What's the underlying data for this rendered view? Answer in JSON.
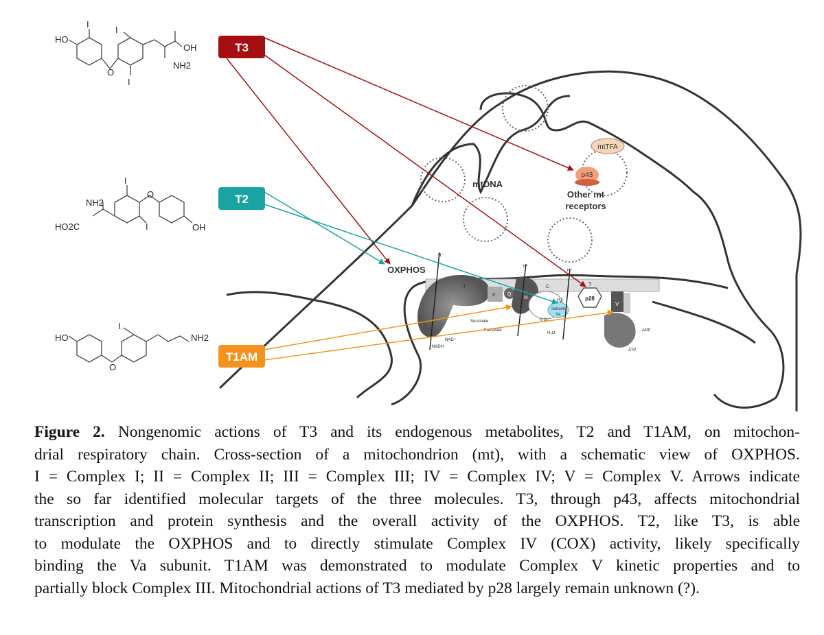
{
  "figure": {
    "molecules": {
      "t3": {
        "label": "T3",
        "groups": [
          "HO",
          "I",
          "I",
          "I",
          "O",
          "OH",
          "NH2"
        ],
        "color": "#a50f12"
      },
      "t2": {
        "label": "T2",
        "groups": [
          "NH2",
          "HO2C",
          "I",
          "I",
          "O",
          "OH"
        ],
        "color": "#1aa3a3"
      },
      "t1am": {
        "label": "T1AM",
        "groups": [
          "HO",
          "I",
          "O",
          "NH2"
        ],
        "color": "#f5921e"
      }
    },
    "mitochondrion": {
      "labels": {
        "mtdna": "mtDNA",
        "mttfa": "mtTFA",
        "p43": "p43",
        "other_receptors_1": "Other mt",
        "other_receptors_2": "receptors",
        "oxphos": "OXPHOS",
        "p28": "p28",
        "question": "?",
        "complex_i": "I",
        "complex_ii": "II",
        "q": "Q",
        "complex_iii": "III",
        "c": "C",
        "complex_iv": "IV",
        "subunit_1": "Subunit",
        "subunit_2": "Va",
        "complex_v": "V",
        "hplus": "H⁺",
        "succinate": "Succinate",
        "fumarate": "Fumarate",
        "nad": "NAD⁺",
        "nadh": "NADH",
        "o2": "½ O₂",
        "h2o": "H₂O",
        "adp": "ADP",
        "atp": "ATP"
      }
    }
  },
  "caption": {
    "label": "Figure 2.",
    "lines": [
      " Nongenomic actions of T3 and its endogenous metabolites, T2 and T1AM, on mitochon-",
      "drial respiratory chain. Cross-section of a mitochondrion (mt), with a schematic view of OXPHOS.",
      "I = Complex I; II = Complex II; III = Complex III; IV = Complex IV; V = Complex V. Arrows indicate",
      "the so far identified molecular targets of the three molecules. T3, through p43, affects mitochondrial",
      "transcription and protein synthesis and the overall activity of the OXPHOS. T2, like T3, is able",
      "to modulate the OXPHOS and to directly stimulate Complex IV (COX) activity, likely specifically",
      "binding the Va subunit. T1AM was demonstrated to modulate Complex V kinetic properties and to",
      "partially block Complex III. Mitochondrial actions of T3 mediated by p28 largely remain unknown (?)."
    ]
  }
}
